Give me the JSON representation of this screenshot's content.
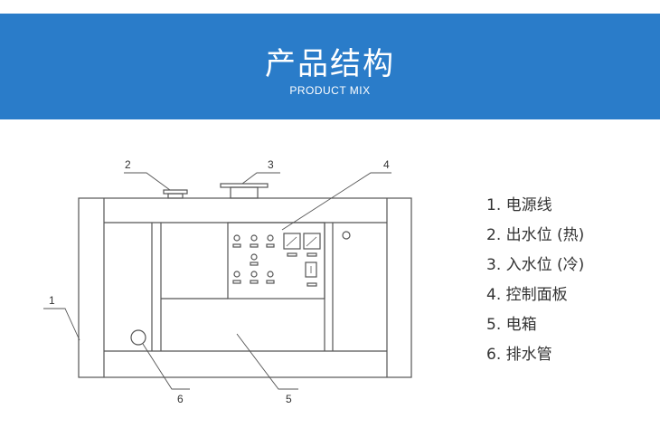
{
  "header": {
    "title": "产品结构",
    "subtitle": "PRODUCT MIX"
  },
  "diagram": {
    "callouts": [
      "1",
      "2",
      "3",
      "4",
      "5",
      "6"
    ]
  },
  "legend": {
    "items": [
      "1. 电源线",
      "2. 出水位 (热)",
      "3. 入水位 (冷)",
      "4. 控制面板",
      "5. 电箱",
      "6. 排水管"
    ]
  },
  "colors": {
    "banner": "#2a7cc9",
    "line": "#555555",
    "text": "#333333"
  }
}
